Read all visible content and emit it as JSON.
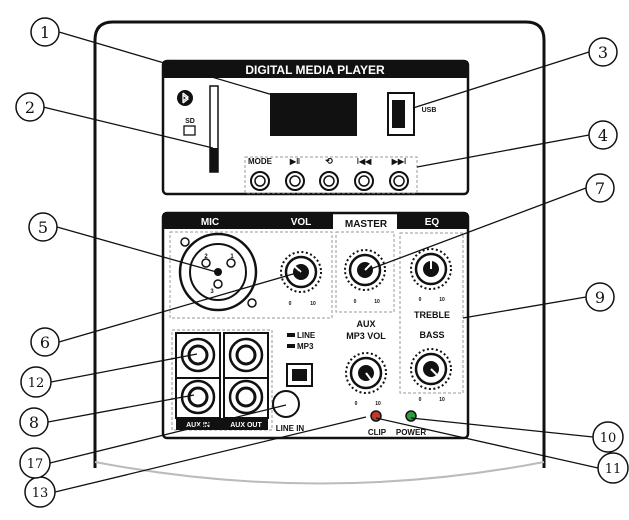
{
  "header": {
    "title": "DIGITAL MEDIA PLAYER"
  },
  "player": {
    "sd_label": "SD",
    "usb_label": "USB",
    "buttons": [
      {
        "label": "MODE"
      },
      {
        "label": "▶ǁ"
      },
      {
        "label": "⟲"
      },
      {
        "label": "ǀ◀◀"
      },
      {
        "label": "▶▶ǀ"
      }
    ]
  },
  "sections": {
    "mic": "MIC",
    "vol": "VOL",
    "master": "MASTER",
    "eq": "EQ",
    "treble": "TREBLE",
    "bass": "BASS",
    "aux": "AUX",
    "mp3vol": "MP3  VOL",
    "line": "LINE",
    "mp3": "MP3",
    "aux_in": "AUX  IN",
    "aux_out": "AUX OUT",
    "line_in": "LINE IN",
    "clip": "CLIP",
    "power": "POWER"
  },
  "scale": {
    "min": "0",
    "max": "10"
  },
  "xlr_pins": {
    "p1": "1",
    "p2": "2",
    "p3": "3"
  },
  "callouts": [
    {
      "n": "1",
      "text": "①"
    },
    {
      "n": "2",
      "text": "②"
    },
    {
      "n": "3",
      "text": "③"
    },
    {
      "n": "4",
      "text": "④"
    },
    {
      "n": "5",
      "text": "⑤"
    },
    {
      "n": "6",
      "text": "⑥"
    },
    {
      "n": "7",
      "text": "⑦"
    },
    {
      "n": "8",
      "text": "⑧"
    },
    {
      "n": "9",
      "text": "⑨"
    },
    {
      "n": "10",
      "text": "⑩"
    },
    {
      "n": "11",
      "text": "⑪"
    },
    {
      "n": "12",
      "text": "⑫"
    },
    {
      "n": "13",
      "text": "⑬"
    },
    {
      "n": "17",
      "text": "⑰"
    }
  ],
  "colors": {
    "ink": "#111111",
    "clip_led": "#c0392b",
    "power_led": "#2e9d3e",
    "panel": "#ffffff"
  }
}
